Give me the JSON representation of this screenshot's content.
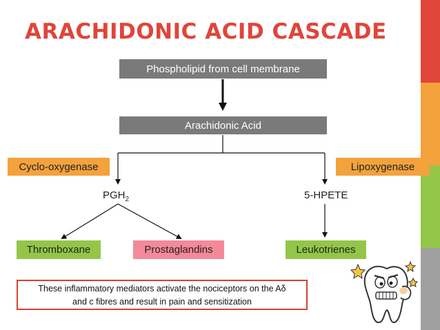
{
  "title": "ARACHIDONIC ACID CASCADE",
  "nodes": {
    "phospholipid": "Phospholipid from cell membrane",
    "arachidonic_acid": "Arachidonic Acid",
    "cyclooxygenase": "Cyclo-oxygenase",
    "lipoxygenase": "Lipoxygenase",
    "pgh2_base": "PGH",
    "pgh2_sub": "2",
    "hpete": "5-HPETE",
    "thromboxane": "Thromboxane",
    "prostaglandins": "Prostaglandins",
    "leukotrienes": "Leukotrienes"
  },
  "note": {
    "line1": "These inflammatory mediators activate the nociceptors on the Aδ",
    "line2": "and c fibres and result in pain and sensitization"
  },
  "colors": {
    "title": "#e0453a",
    "gray": "#7a7a7a",
    "orange": "#f3a23c",
    "green": "#93c648",
    "pink": "#f4899a",
    "note_border": "#d9402e",
    "bar_red": "#e0453a",
    "bar_orange": "#f3a23c",
    "bar_green": "#93c648",
    "bar_gray": "#a0a0a0"
  },
  "icons": {
    "illustration": "cartoon-tooth-in-pain"
  }
}
